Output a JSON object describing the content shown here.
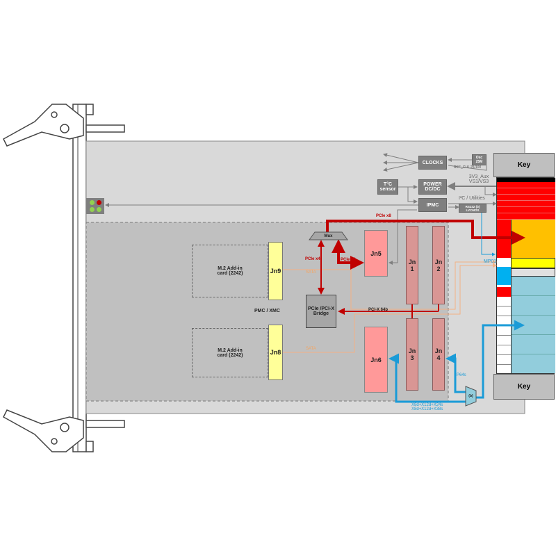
{
  "blocks": {
    "clocks": "CLOCKS",
    "osc": "Osc 25M",
    "ref_clk": "REF_CLK 25/100",
    "temp_sensor": "T°C sensor",
    "power": "POWER DC/DC",
    "power_rails": "3V3_Aux VS1/VS3",
    "i2c": "I²C / Utilities",
    "ipmc": "IPMC",
    "rs232": "RS232 (b) LVCMOS",
    "mux": "Mux",
    "bridge": "PCIe /PCI-X Bridge",
    "pmc_xmc": "PMC / XMC",
    "mux_b": "(b)"
  },
  "connectors": {
    "jn5": "Jn5",
    "jn6": "Jn6",
    "jn1": "Jn 1",
    "jn2": "Jn 2",
    "jn3": "Jn 3",
    "jn4": "Jn 4",
    "jn9": "Jn9",
    "jn8": "Jn8",
    "key_top": "Key",
    "key_bottom": "Key"
  },
  "m2": {
    "top": "M.2 Add-in card (2242)",
    "bottom": "M.2 Add-in card (2242)"
  },
  "signals": {
    "pcie_x8_top": "PCIe x8",
    "pcie_x4": "PCIe x4",
    "pcie_x8": "PCIe x8",
    "pcix": "PCI-X 64b",
    "sata_top": "SATA",
    "sata_bottom": "SATA",
    "mp01": "MP01",
    "p64s": "P64s",
    "x_top": "X8d+X12d+X24s",
    "x_bottom": "X8d+X12d+X38s"
  },
  "colors": {
    "pcie": "#c00000",
    "blue": "#1a9bd7",
    "sata": "#f4b183",
    "gray": "#7f7f7f"
  }
}
